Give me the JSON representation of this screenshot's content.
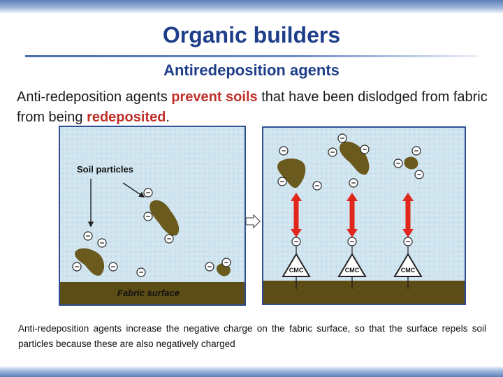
{
  "title": "Organic builders",
  "subtitle": "Antiredeposition agents",
  "intro": {
    "part1": "Anti-redeposition agents ",
    "highlight1": "prevent soils",
    "part2": " that have been dislodged from fabric from being ",
    "highlight2": "redeposited",
    "part3": "."
  },
  "figure": {
    "soil_particles_label": "Soil particles",
    "fabric_surface_label": "Fabric surface",
    "negative_charge_symbol": "-",
    "cmc_label": "CMC"
  },
  "caption": "Anti-redeposition agents increase the negative charge on the fabric surface, so that the surface repels soil particles because these are also negatively charged",
  "colors": {
    "title": "#1f3e8a",
    "highlight": "#c0302b",
    "water": "#cfe4ef",
    "soil": "#6b5a1e",
    "fabric": "#5c4c16",
    "frame": "#2e4f96",
    "arrow": "#e1261c"
  },
  "icons": [
    "negative-charge-icon",
    "soil-particle-icon",
    "cmc-triangle-icon",
    "repulsion-arrow-icon",
    "process-arrow-icon"
  ]
}
